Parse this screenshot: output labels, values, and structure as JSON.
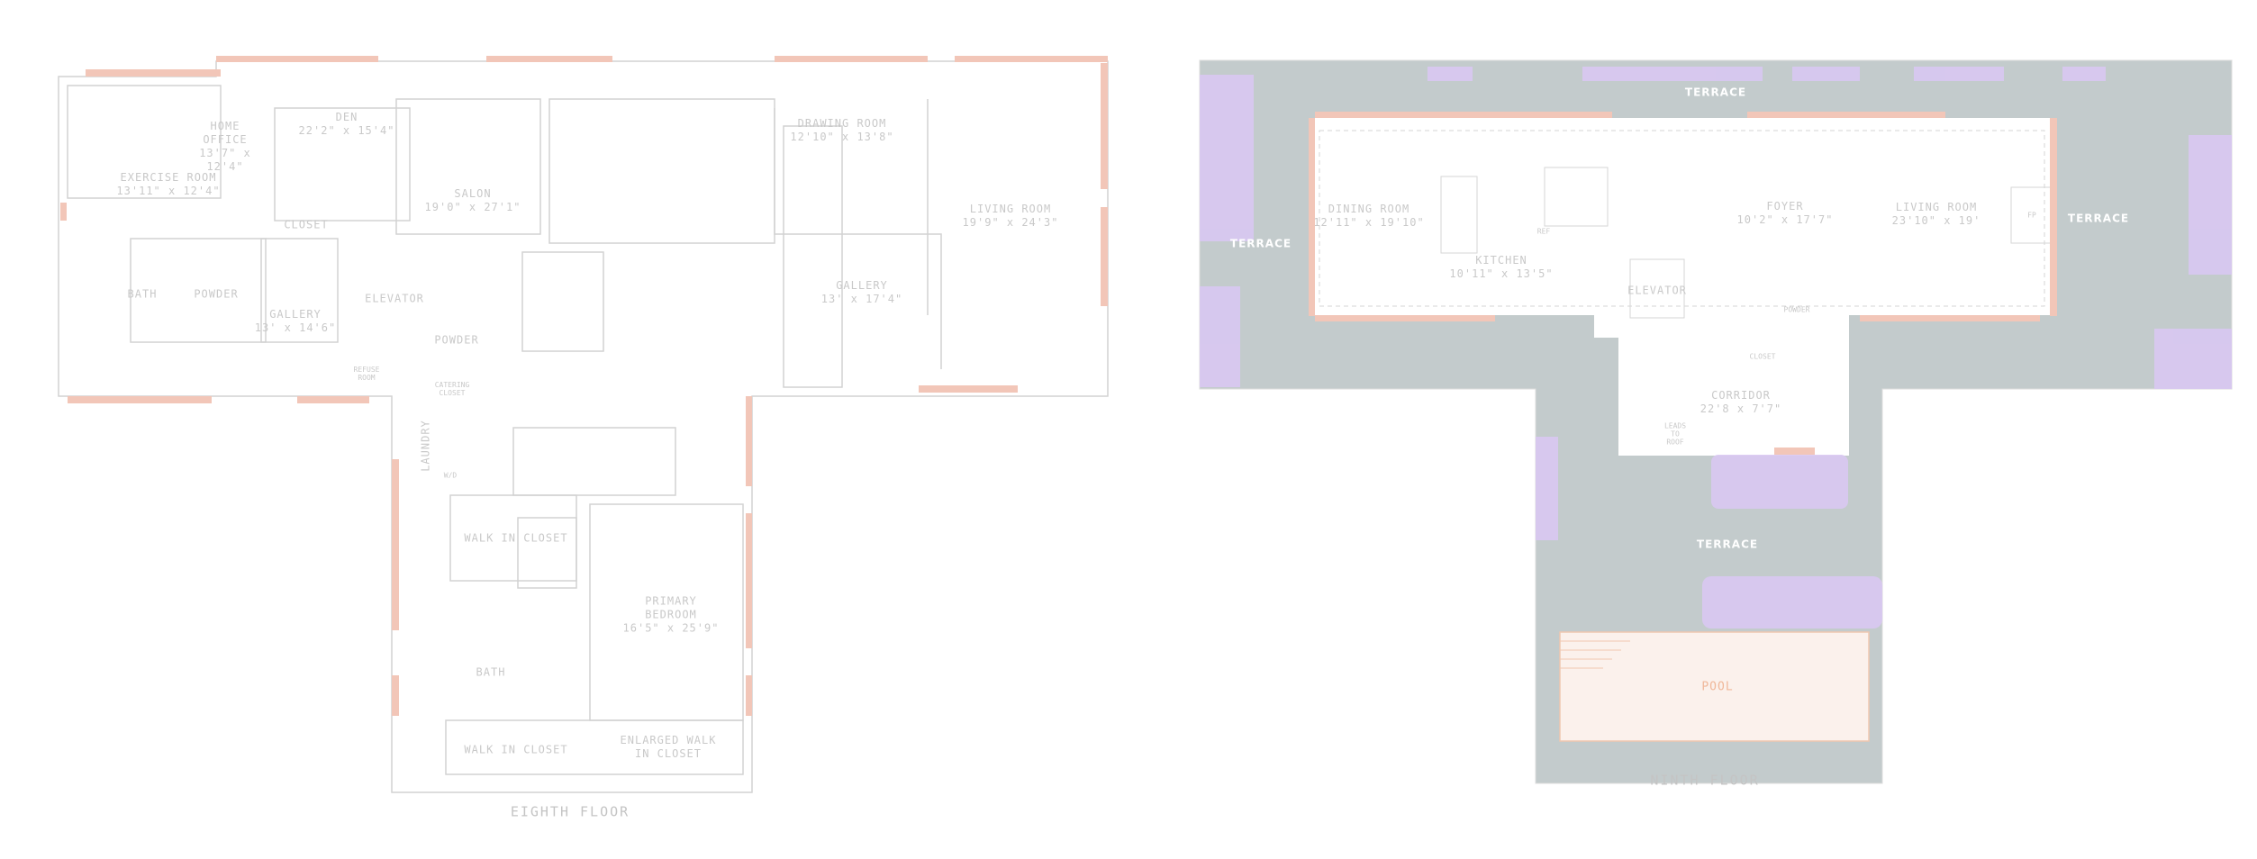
{
  "eighth_floor": {
    "title": "EIGHTH FLOOR",
    "rooms": {
      "exercise_room": {
        "name": "EXERCISE ROOM",
        "dim": "13'11\" x 12'4\""
      },
      "home_office": {
        "name": "HOME OFFICE",
        "dim": "13'7\" x 12'4\""
      },
      "den": {
        "name": "DEN",
        "dim": "22'2\" x 15'4\""
      },
      "salon": {
        "name": "SALON",
        "dim": "19'0\" x 27'1\""
      },
      "drawing_room": {
        "name": "DRAWING ROOM",
        "dim": "12'10\" x 13'8\""
      },
      "living_room": {
        "name": "LIVING ROOM",
        "dim": "19'9\" x 24'3\""
      },
      "closet": {
        "name": "CLOSET"
      },
      "bath": {
        "name": "BATH"
      },
      "powder": {
        "name": "POWDER"
      },
      "gallery": {
        "name": "GALLERY",
        "dim": "13' x 14'6\""
      },
      "elevator": {
        "name": "ELEVATOR"
      },
      "powder_2": {
        "name": "POWDER"
      },
      "refuse_room": {
        "name": "REFUSE ROOM"
      },
      "catering_closet": {
        "name": "CATERING CLOSET"
      },
      "gallery_2": {
        "name": "GALLERY",
        "dim": "13' x 17'4\""
      },
      "laundry": {
        "name": "LAUNDRY"
      },
      "wd": {
        "name": "W/D"
      },
      "walk_in_closet": {
        "name": "WALK IN CLOSET"
      },
      "primary_bedroom": {
        "name": "PRIMARY BEDROOM",
        "dim": "16'5\" x 25'9\""
      },
      "primary_bath": {
        "name": "BATH"
      },
      "walk_in_closet_2": {
        "name": "WALK IN CLOSET"
      },
      "enlarged_walk_in_closet": {
        "name": "ENLARGED WALK IN CLOSET"
      }
    }
  },
  "ninth_floor": {
    "title": "NINTH FLOOR",
    "rooms": {
      "terrace_top": {
        "name": "TERRACE"
      },
      "terrace_left": {
        "name": "TERRACE"
      },
      "terrace_right": {
        "name": "TERRACE"
      },
      "terrace_lower": {
        "name": "TERRACE"
      },
      "dining_room": {
        "name": "DINING ROOM",
        "dim": "12'11\" x 19'10\""
      },
      "kitchen": {
        "name": "KITCHEN",
        "dim": "10'11\" x 13'5\""
      },
      "ref": {
        "name": "REF"
      },
      "elevator": {
        "name": "ELEVATOR"
      },
      "foyer": {
        "name": "FOYER",
        "dim": "10'2\" x 17'7\""
      },
      "living_room": {
        "name": "LIVING ROOM",
        "dim": "23'10\" x 19'"
      },
      "fp": {
        "name": "FP"
      },
      "powder": {
        "name": "POWDER"
      },
      "closet": {
        "name": "CLOSET"
      },
      "corridor": {
        "name": "CORRIDOR",
        "dim": "22'8 x 7'7\""
      },
      "stairs_note": {
        "name": "LEADS TO ROOF"
      },
      "pool": {
        "name": "POOL"
      }
    }
  },
  "colors": {
    "window": "#f2c6b8",
    "terrace": "#c3cbcc",
    "planter": "#d9c8f2",
    "pool": "#fbf1ec",
    "lines": "#cfcfcf"
  }
}
